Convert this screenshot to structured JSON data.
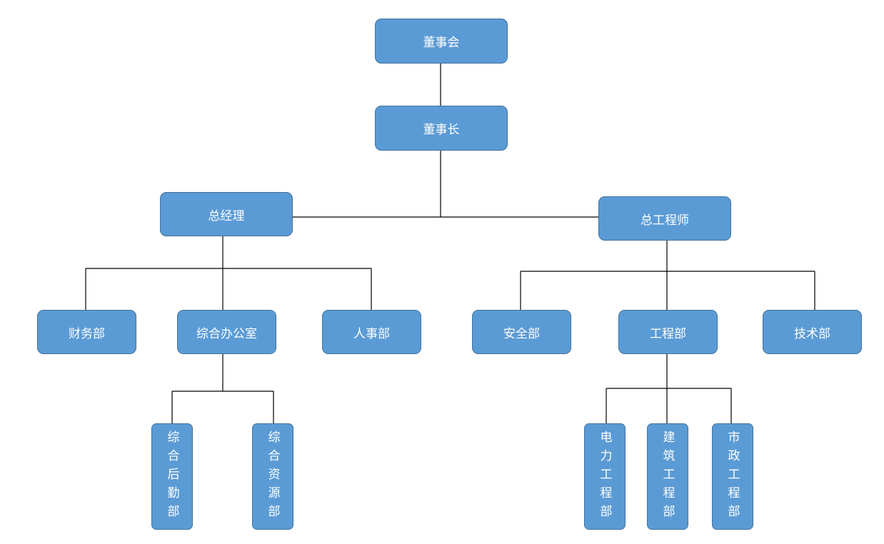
{
  "colors": {
    "box_fill": "#5b9bd5",
    "box_border": "#41719c",
    "text": "#ffffff",
    "connector": "#000000"
  },
  "org": {
    "board": "董事会",
    "chairman": "董事长",
    "general_manager": "总经理",
    "chief_engineer": "总工程师",
    "finance": "财务部",
    "general_office": "综合办公室",
    "hr": "人事部",
    "safety": "安全部",
    "engineering": "工程部",
    "technology": "技术部",
    "logistics": "综合后勤部",
    "resources": "综合资源部",
    "power_eng": "电力工程部",
    "construction_eng": "建筑工程部",
    "municipal_eng": "市政工程部"
  }
}
